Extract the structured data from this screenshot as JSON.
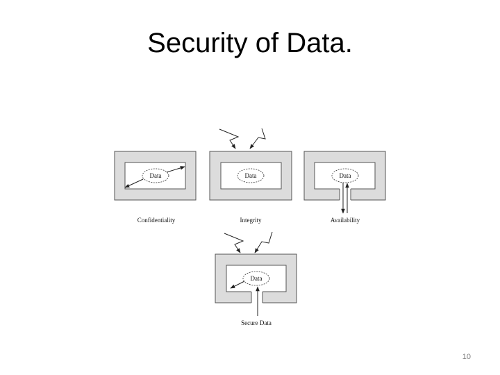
{
  "title": "Security of Data.",
  "page_number": "10",
  "diagram": {
    "panels": [
      {
        "caption": "Confidentiality",
        "ellipse_label": "Data"
      },
      {
        "caption": "Integrity",
        "ellipse_label": "Data"
      },
      {
        "caption": "Availability",
        "ellipse_label": "Data"
      },
      {
        "caption": "Secure Data",
        "ellipse_label": "Data"
      }
    ]
  },
  "colors": {
    "panel_frame": "#dcdcdc",
    "panel_border": "#555555",
    "line": "#222222",
    "page_number": "#7f7f7f"
  }
}
